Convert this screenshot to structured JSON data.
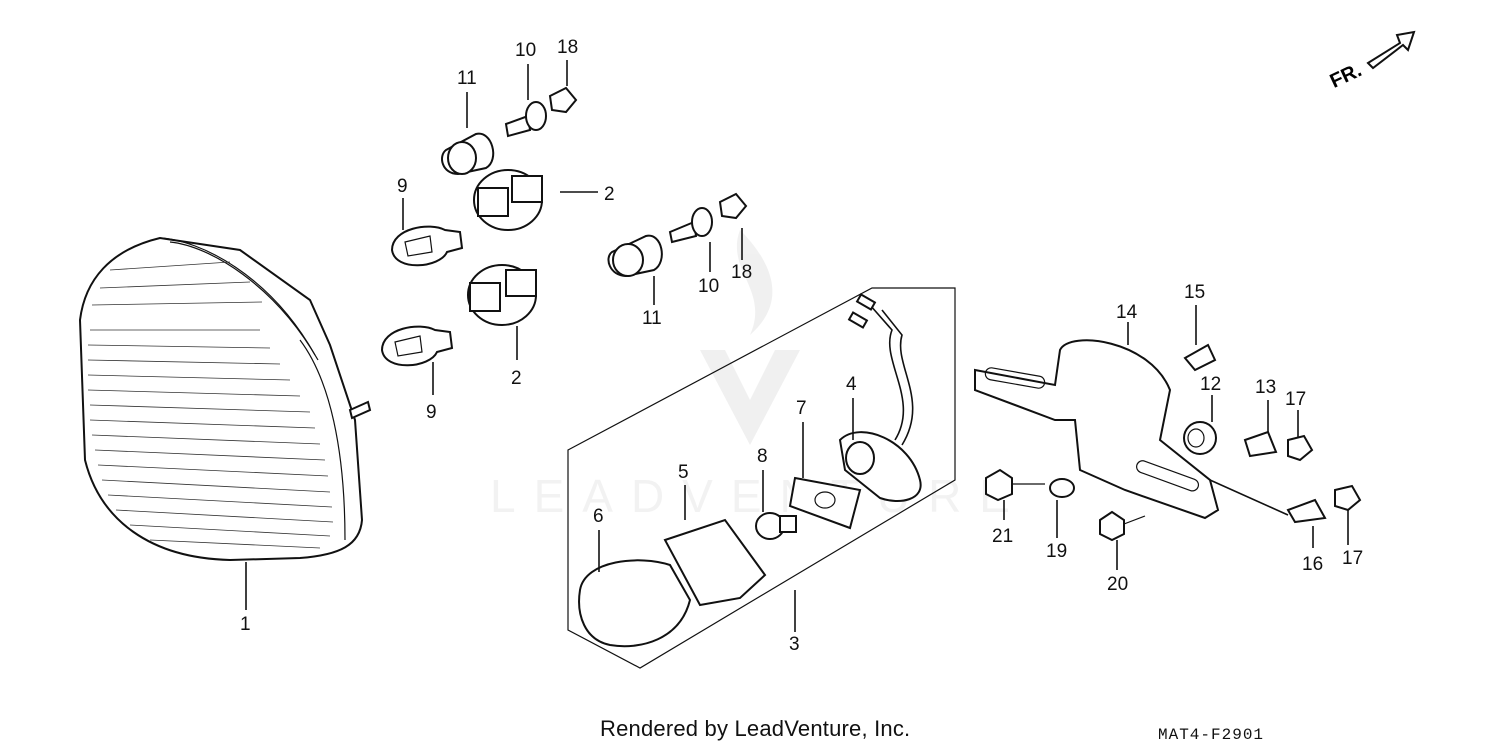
{
  "callouts": [
    {
      "id": "c1",
      "label": "1"
    },
    {
      "id": "c2a",
      "label": "2"
    },
    {
      "id": "c2b",
      "label": "2"
    },
    {
      "id": "c3",
      "label": "3"
    },
    {
      "id": "c4",
      "label": "4"
    },
    {
      "id": "c5",
      "label": "5"
    },
    {
      "id": "c6",
      "label": "6"
    },
    {
      "id": "c7",
      "label": "7"
    },
    {
      "id": "c8",
      "label": "8"
    },
    {
      "id": "c9a",
      "label": "9"
    },
    {
      "id": "c9b",
      "label": "9"
    },
    {
      "id": "c10a",
      "label": "10"
    },
    {
      "id": "c10b",
      "label": "10"
    },
    {
      "id": "c11a",
      "label": "11"
    },
    {
      "id": "c11b",
      "label": "11"
    },
    {
      "id": "c12",
      "label": "12"
    },
    {
      "id": "c13",
      "label": "13"
    },
    {
      "id": "c14",
      "label": "14"
    },
    {
      "id": "c15",
      "label": "15"
    },
    {
      "id": "c16",
      "label": "16"
    },
    {
      "id": "c17a",
      "label": "17"
    },
    {
      "id": "c17b",
      "label": "17"
    },
    {
      "id": "c18a",
      "label": "18"
    },
    {
      "id": "c18b",
      "label": "18"
    },
    {
      "id": "c19",
      "label": "19"
    },
    {
      "id": "c20",
      "label": "20"
    },
    {
      "id": "c21",
      "label": "21"
    }
  ],
  "direction_label": "FR.",
  "footer": {
    "credit": "Rendered by LeadVenture, Inc.",
    "code": "MAT4-F2901"
  },
  "watermark": "LEADVENTURE"
}
